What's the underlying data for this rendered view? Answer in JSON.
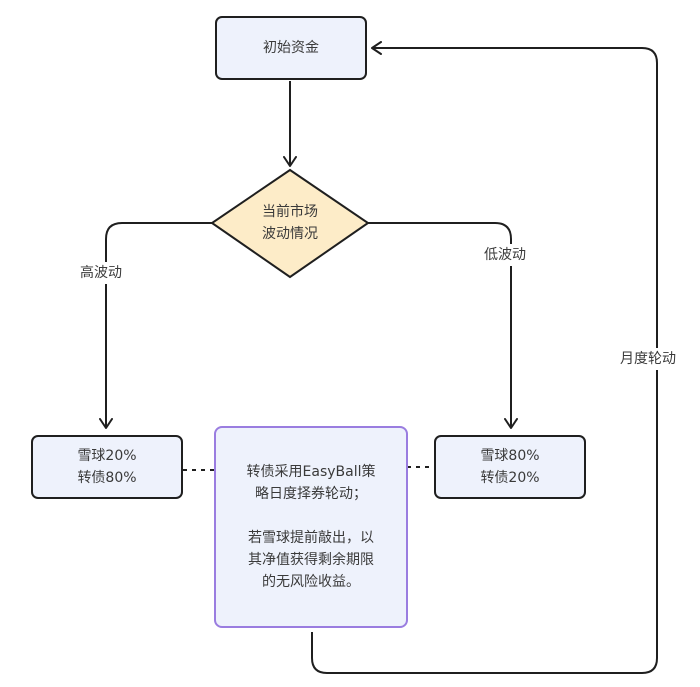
{
  "nodes": {
    "start": {
      "label": "初始资金"
    },
    "decision": {
      "line1": "当前市场",
      "line2": "波动情况"
    },
    "high_vol_alloc": {
      "line1": "雪球20%",
      "line2": "转债80%"
    },
    "low_vol_alloc": {
      "line1": "雪球80%",
      "line2": "转债20%"
    },
    "note": {
      "para1_line1": "转债采用EasyBall策",
      "para1_line2": "略日度择券轮动；",
      "para2_line1": "若雪球提前敲出，以",
      "para2_line2": "其净值获得剩余期限",
      "para2_line3": "的无风险收益。"
    }
  },
  "edge_labels": {
    "high": "高波动",
    "low": "低波动",
    "monthly": "月度轮动"
  },
  "colors": {
    "node_fill": "#eef2fc",
    "decision_fill": "#fdecc8",
    "note_border": "#9a7de0",
    "stroke": "#1f1f1f"
  }
}
